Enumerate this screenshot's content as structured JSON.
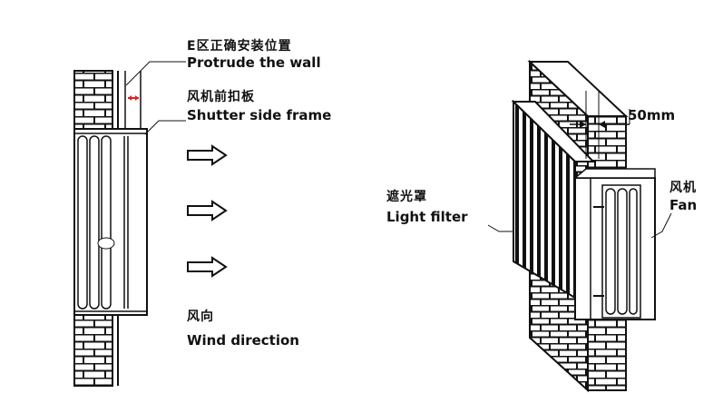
{
  "labels": {
    "e_zone_cn": "E区正确安装位置",
    "protrude_en": "Protrude  the wall",
    "shutter_cn": "风机前扣板",
    "shutter_en": "Shutter side frame",
    "wind_cn": "风向",
    "wind_en": "Wind direction",
    "light_cn": "遮光罩",
    "light_en": "Light filter",
    "dimension": "50mm",
    "fan_cn": "风机",
    "fan_en": "Fan"
  },
  "colors": {
    "line": "#111111",
    "accent": "#e02020",
    "background": "#ffffff"
  },
  "icons": [
    "brick-wall",
    "airflow-arrow",
    "dimension-arrow"
  ]
}
